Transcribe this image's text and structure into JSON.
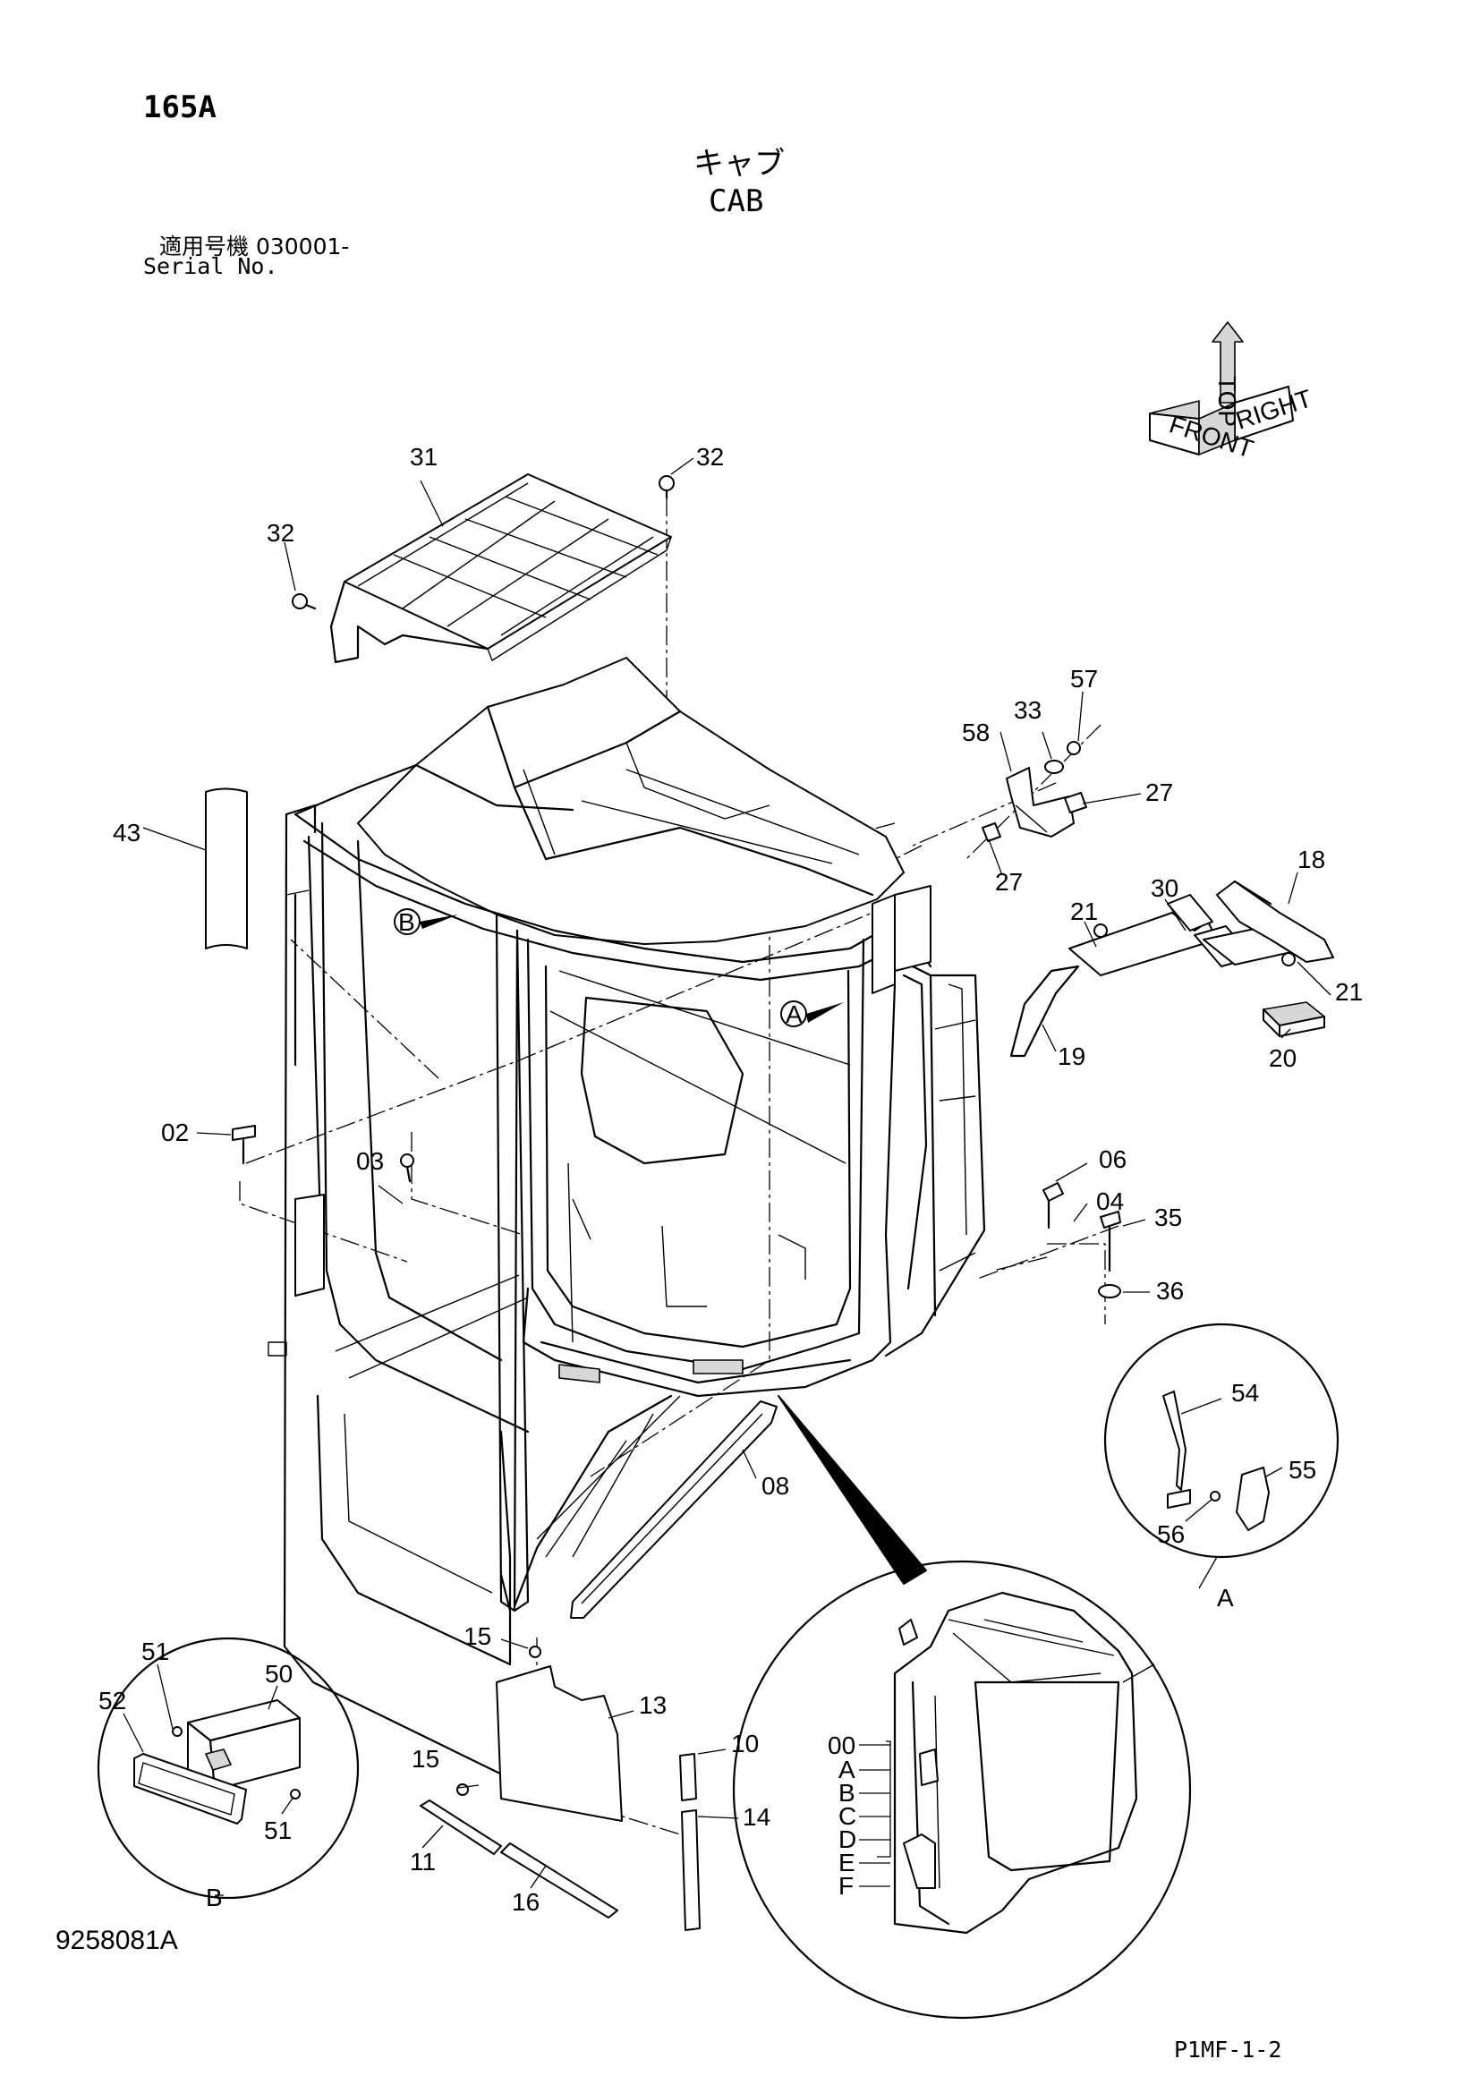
{
  "header": {
    "page_code": "165A",
    "title_jp": "キャブ",
    "title_en": "CAB",
    "serial_label_jp": "適用号機",
    "serial_from": "030001-",
    "serial_label_en": "Serial No."
  },
  "footer": {
    "drawing_number": "9258081A",
    "page_ref": "P1MF-1-2"
  },
  "orientation_key": {
    "top": "TOP",
    "front": "FRONT",
    "right": "RIGHT"
  },
  "callouts": {
    "p31": "31",
    "p32a": "32",
    "p32b": "32",
    "p57": "57",
    "p33": "33",
    "p58": "58",
    "p27a": "27",
    "p27b": "27",
    "p18": "18",
    "p30": "30",
    "p21a": "21",
    "p21b": "21",
    "p19": "19",
    "p20": "20",
    "p43": "43",
    "p03": "03",
    "p02": "02",
    "p06": "06",
    "p04": "04",
    "p35": "35",
    "p36": "36",
    "p54": "54",
    "p55": "55",
    "p56": "56",
    "p08": "08",
    "p15a": "15",
    "p15b": "15",
    "p13": "13",
    "p10": "10",
    "p14": "14",
    "p11": "11",
    "p16": "16",
    "p51a": "51",
    "p51b": "51",
    "p50": "50",
    "p52": "52",
    "p00": "00"
  },
  "view_markers": {
    "marker_a": "A",
    "marker_b": "B",
    "detail_a": "A",
    "detail_b": "B"
  },
  "variants": [
    "A",
    "B",
    "C",
    "D",
    "E",
    "F"
  ]
}
